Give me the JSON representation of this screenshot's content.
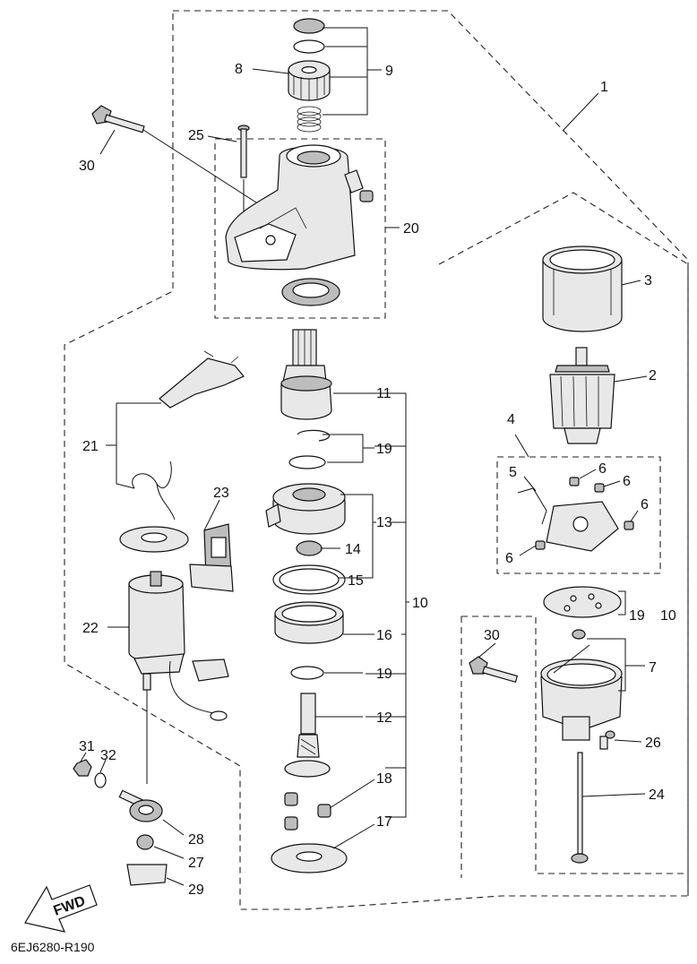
{
  "diagram_code": "6EJ6280-R190",
  "fwd_label": "FWD",
  "callouts": {
    "c1": "1",
    "c2": "2",
    "c3": "3",
    "c4": "4",
    "c5": "5",
    "c6a": "6",
    "c6b": "6",
    "c6c": "6",
    "c6d": "6",
    "c7": "7",
    "c8": "8",
    "c9": "9",
    "c10": "10",
    "c10b": "10",
    "c11": "11",
    "c12": "12",
    "c13": "13",
    "c14": "14",
    "c15": "15",
    "c16": "16",
    "c17": "17",
    "c18": "18",
    "c19a": "19",
    "c19b": "19",
    "c19c": "19",
    "c20": "20",
    "c21": "21",
    "c22": "22",
    "c23": "23",
    "c24": "24",
    "c25": "25",
    "c26": "26",
    "c27": "27",
    "c28": "28",
    "c29": "29",
    "c30a": "30",
    "c30b": "30",
    "c31": "31",
    "c32": "32"
  }
}
